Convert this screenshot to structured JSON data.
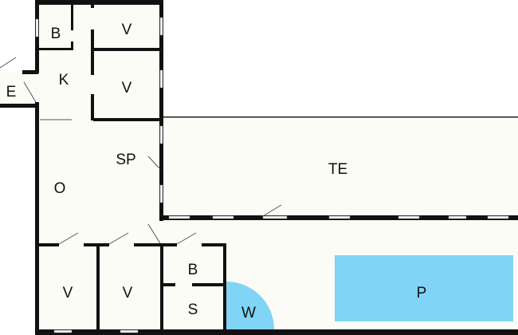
{
  "colors": {
    "floor": "#fcfcf6",
    "wall": "#111111",
    "water": "#80d4f6"
  },
  "rooms": {
    "bath_top": "B",
    "bedroom_top1": "V",
    "bedroom_top2": "V",
    "kitchen": "K",
    "entrance": "E",
    "dining": "SP",
    "living": "O",
    "terrace": "TE",
    "bedroom_bottom1": "V",
    "bedroom_bottom2": "V",
    "bath_bottom": "B",
    "sauna": "S",
    "whirlpool": "W",
    "pool": "P"
  }
}
